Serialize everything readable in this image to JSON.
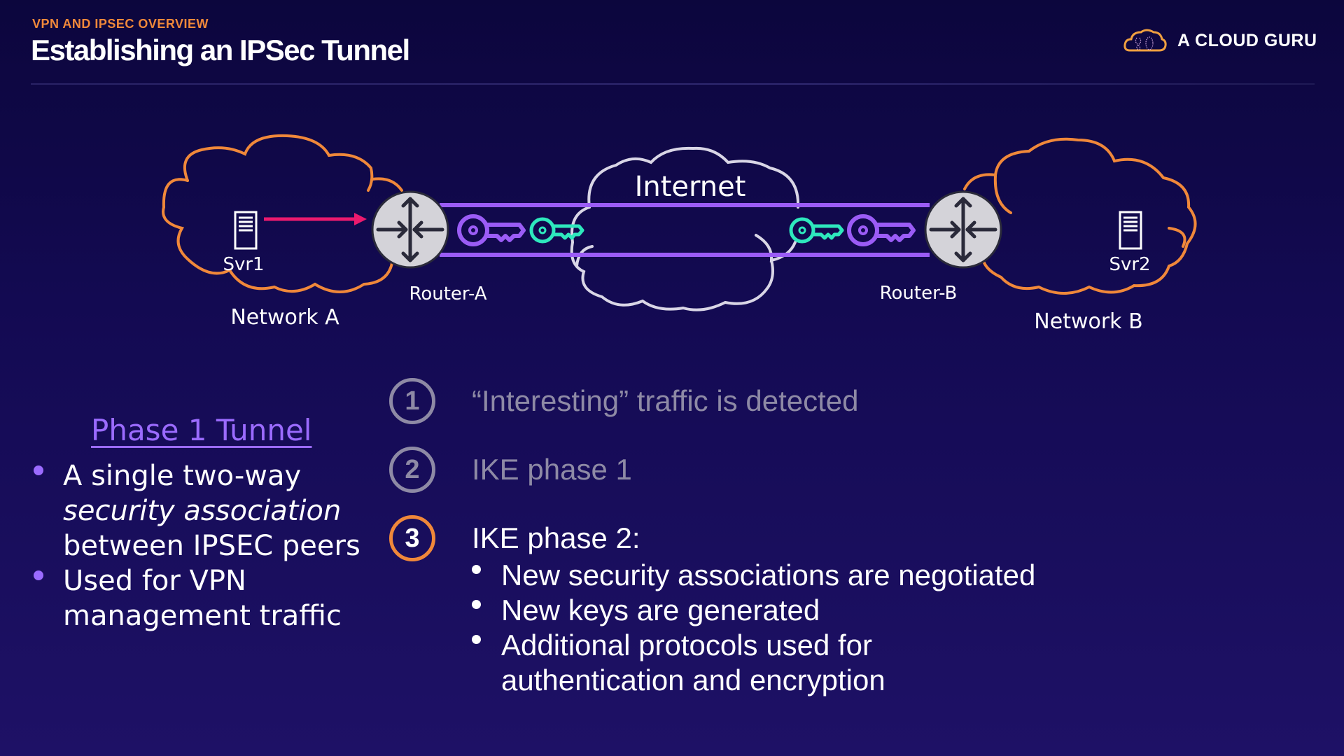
{
  "header": {
    "kicker": "VPN AND IPSEC OVERVIEW",
    "title": "Establishing an IPSec Tunnel",
    "logo_text": "A CLOUD GURU",
    "logo_icon": "cloud-guru-logo-icon"
  },
  "diagram": {
    "network_a": {
      "label": "Network A",
      "server_label": "Svr1",
      "router_label": "Router-A"
    },
    "network_b": {
      "label": "Network B",
      "server_label": "Svr2",
      "router_label": "Router-B"
    },
    "internet_label": "Internet",
    "colors": {
      "network_cloud": "#f0883a",
      "internet_cloud": "#d9d6e6",
      "tunnel": "#9b5cf6",
      "phase1_key": "#9b5cf6",
      "phase2_key": "#2ee8bd",
      "traffic_arrow": "#ec1a6e",
      "router_fill": "#d4d3d9",
      "router_glyph": "#2a2a3a"
    },
    "icons": [
      "server-icon",
      "router-icon",
      "key-icon",
      "cloud-icon",
      "arrow-right-icon"
    ]
  },
  "phase1": {
    "title": "Phase 1 Tunnel",
    "bullets": [
      {
        "lines": [
          "A single two-way"
        ],
        "italic": "security association",
        "tail": "between IPSEC peers"
      },
      {
        "lines": [
          "Used for VPN",
          "management traffic"
        ]
      }
    ]
  },
  "steps": [
    {
      "number": "1",
      "text": "“Interesting” traffic is detected",
      "state": "done"
    },
    {
      "number": "2",
      "text": "IKE phase 1",
      "state": "done"
    },
    {
      "number": "3",
      "text": "IKE phase 2:",
      "state": "active",
      "bullets": [
        "New security associations are negotiated",
        "New keys are generated",
        "Additional protocols used for",
        "authentication and encryption"
      ]
    }
  ],
  "colors": {
    "accent_orange": "#f0883a",
    "accent_purple": "#9b6bff",
    "muted_gray": "#8e8aa5",
    "background_top": "#0c063d",
    "background_bottom": "#1e1166"
  }
}
